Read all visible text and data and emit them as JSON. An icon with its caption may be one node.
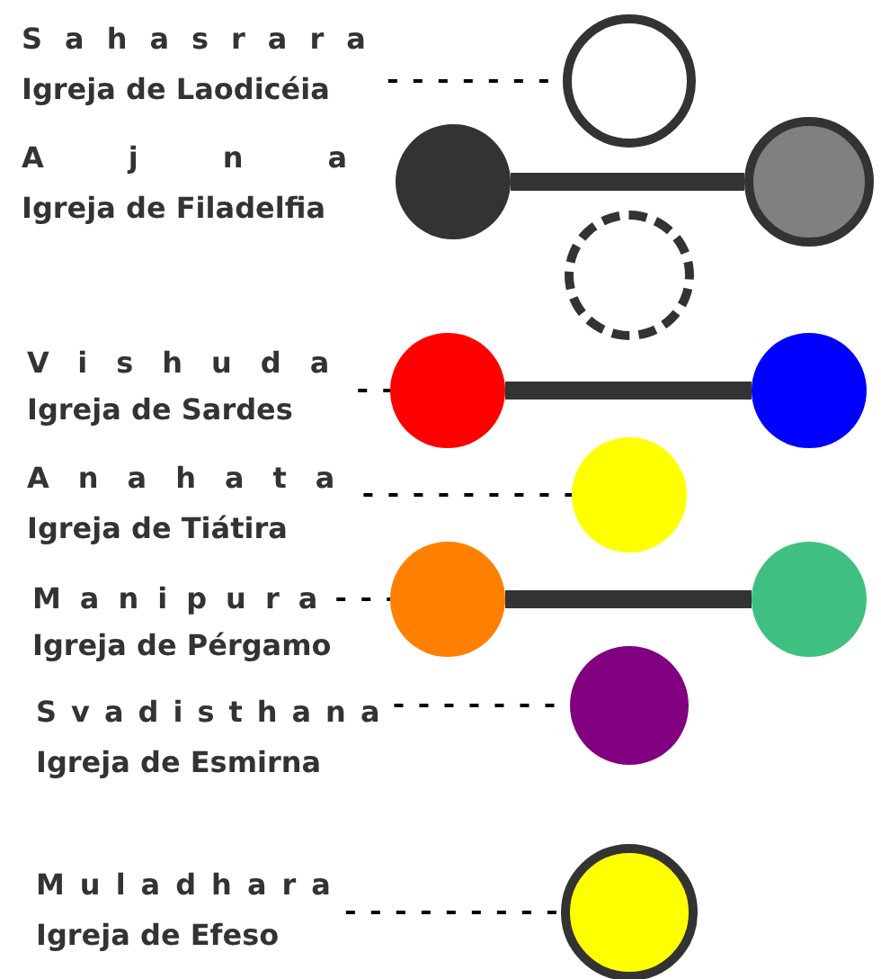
{
  "diagram": {
    "nodes": [
      {
        "text": [
          "Sahasrara",
          "Igreja de Laodicéia"
        ]
      },
      {
        "text": [],
        "shape": "circle"
      },
      {
        "text": [
          "Ajna",
          "Igreja de Filadelfia"
        ]
      },
      {
        "text": [],
        "shape": "circle"
      },
      {
        "text": [],
        "shape": "circle"
      },
      {
        "text": [],
        "shape": "circle"
      },
      {
        "text": [
          "Vishuda",
          "Igreja de Sardes"
        ]
      },
      {
        "text": [],
        "shape": "circle"
      },
      {
        "text": [],
        "shape": "circle"
      },
      {
        "text": [
          "Anahata",
          "Igreja de Tiátira"
        ]
      },
      {
        "text": [],
        "shape": "circle"
      },
      {
        "text": [
          "Manipura",
          "Igreja de Pérgamo"
        ]
      },
      {
        "text": [],
        "shape": "circle"
      },
      {
        "text": [],
        "shape": "circle"
      },
      {
        "text": [
          "Svadisthana",
          "Igreja de Esmirna"
        ]
      },
      {
        "text": [],
        "shape": "circle"
      },
      {
        "text": [
          "Muladhara",
          "Igreja de Efeso"
        ]
      },
      {
        "text": [],
        "shape": "circle"
      }
    ],
    "edges": [
      {
        "from": 0,
        "to": 1,
        "arrow": "none",
        "style": "dashed"
      },
      {
        "from": 3,
        "to": 4,
        "arrow": "none",
        "style": "thick"
      },
      {
        "from": 6,
        "to": 7,
        "arrow": "none",
        "style": "dashed"
      },
      {
        "from": 7,
        "to": 8,
        "arrow": "none",
        "style": "thick"
      },
      {
        "from": 9,
        "to": 10,
        "arrow": "none",
        "style": "dashed"
      },
      {
        "from": 11,
        "to": 12,
        "arrow": "none",
        "style": "dashed"
      },
      {
        "from": 12,
        "to": 13,
        "arrow": "none",
        "style": "thick"
      },
      {
        "from": 14,
        "to": 15,
        "arrow": "none",
        "style": "dashed"
      },
      {
        "from": 16,
        "to": 17,
        "arrow": "none",
        "style": "dashed"
      }
    ]
  }
}
